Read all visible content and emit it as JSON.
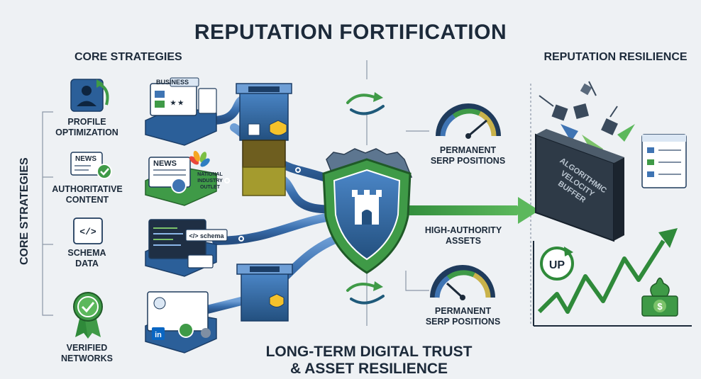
{
  "title": "REPUTATION FORTIFICATION",
  "left_heading": "CORE STRATEGIES",
  "left_side_label": "CORE STRATEGIES",
  "right_heading": "REPUTATION RESILIENCE",
  "strategies": [
    {
      "label_line1": "PROFILE",
      "label_line2": "OPTIMIZATION",
      "card_text": "BUSINESS"
    },
    {
      "label_line1": "AUTHORITATIVE",
      "label_line2": "CONTENT",
      "card_text": "NEWS",
      "outlet_line1": "NATIONAL",
      "outlet_line2": "INDUSTRY",
      "outlet_line3": "OUTLET"
    },
    {
      "label_line1": "SCHEMA",
      "label_line2": "DATA",
      "card_text": "</> schema",
      "icon_text": "</>"
    },
    {
      "label_line1": "VERIFIED",
      "label_line2": "NETWORKS",
      "card_text": "in"
    }
  ],
  "news_icon_text": "NEWS",
  "serp_top": {
    "line1": "PERMANENT",
    "line2": "SERP POSITIONS"
  },
  "serp_bottom": {
    "line1": "PERMANENT",
    "line2": "SERP POSITIONS"
  },
  "high_authority": {
    "line1": "HIGH-AUTHORITY",
    "line2": "ASSETS"
  },
  "buffer_text": {
    "line1": "ALGORITHMIC",
    "line2": "VELOCITY",
    "line3": "BUFFER"
  },
  "up_badge": "UP",
  "dollar_sign": "$",
  "bottom_caption": {
    "line1": "LONG-TERM DIGITAL TRUST",
    "line2": "& ASSET RESILIENCE"
  },
  "colors": {
    "navy": "#1f3b5c",
    "blue": "#3f74b3",
    "green": "#3f9a47",
    "light_green": "#7cc36a",
    "pipe": "#3a6fae",
    "background": "#eef1f4"
  }
}
